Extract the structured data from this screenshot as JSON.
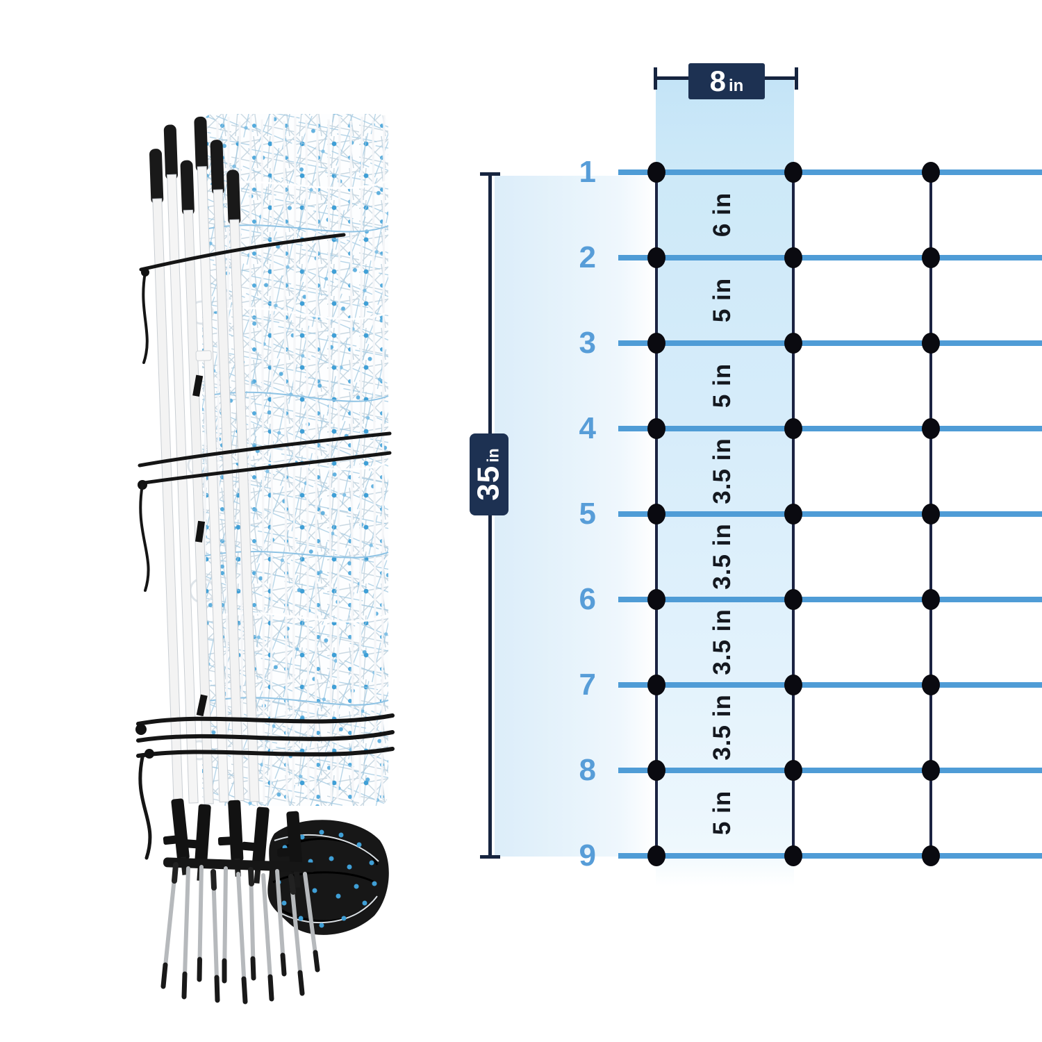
{
  "diagram": {
    "top_dimension": {
      "value": "8",
      "unit": "in"
    },
    "left_dimension": {
      "value": "35",
      "unit": "in"
    },
    "row_numbers": [
      "1",
      "2",
      "3",
      "4",
      "5",
      "6",
      "7",
      "8",
      "9"
    ],
    "gap_labels": [
      "6 in",
      "5 in",
      "5 in",
      "3.5 in",
      "3.5 in",
      "3.5 in",
      "3.5 in",
      "5 in"
    ],
    "spacings_inches": [
      6,
      5,
      5,
      3.5,
      3.5,
      3.5,
      3.5,
      5
    ],
    "total_height_inches": 35,
    "post_spacing_inches": 8,
    "colors": {
      "strand_blue": "#4f9cd6",
      "number_blue": "#579dd8",
      "label_navy": "#1d3152",
      "dimension_navy": "#16243f",
      "vertical_strand_navy": "#1b2342",
      "knot_black": "#0a0a10",
      "band_blue": "#cde9f8",
      "band_pale": "#e6f3fb",
      "mesh_clip_blue": "#3f9fd6"
    }
  }
}
